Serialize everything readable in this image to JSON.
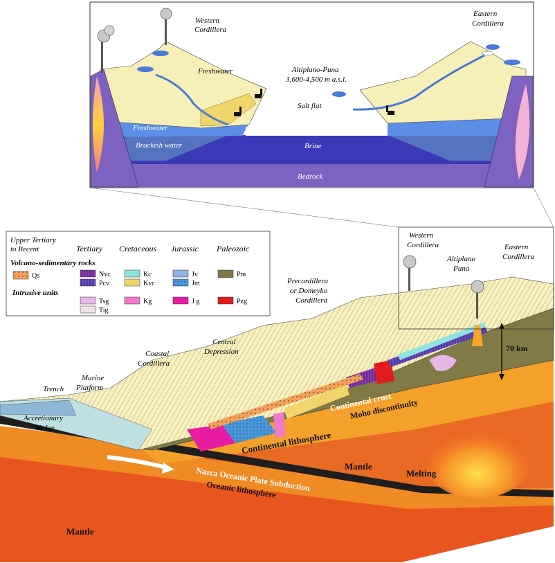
{
  "inset": {
    "western_cordillera": [
      "Western",
      "Cordillera"
    ],
    "eastern_cordillera": [
      "Eastern",
      "Cordillera"
    ],
    "freshwater_top": "Freshwater",
    "altiplano_title": [
      "Altiplano-Puna",
      "3,600-4,500  m a.s.l."
    ],
    "salt_flat": "Salt flat",
    "freshwater_layer": "Freshwater",
    "brackish": "Brackish water",
    "brine": "Brine",
    "bedrock": "Bedrock"
  },
  "legend": {
    "group_headers": [
      "Upper Tertiary",
      "to Recent"
    ],
    "periods": [
      "Tertiary",
      "Cretaceous",
      "Jurassic",
      "Paleozoic"
    ],
    "volcano_header": "Volcano-sedimentary rocks",
    "intrusive_header": "Intrusive units",
    "units": {
      "qs": "Qs",
      "nvc": "Nvc",
      "pcv": "Pcv",
      "kc": "Kc",
      "kvc": "Kvc",
      "jv": "Jv",
      "jm": "Jm",
      "pm": "Pm",
      "tsg": "Tsg",
      "tig": "Tig",
      "kg": "Kg",
      "jg": "J g",
      "pzg": "Pzg"
    },
    "colors": {
      "qs": "#f3a15a",
      "nvc": "#7a2f9a",
      "pcv": "#5b3fa8",
      "kc": "#8fe3df",
      "kvc": "#f0d66a",
      "jv": "#8fb3e6",
      "jm": "#3f8fd0",
      "pm": "#807848",
      "tsg": "#e7b7e8",
      "tig": "#f2e4e4",
      "kg": "#f07ac8",
      "jg": "#e81ba5",
      "pzg": "#e21c1c"
    }
  },
  "main": {
    "western_cordillera": [
      "Western",
      "Cordillera"
    ],
    "altiplano_puna": [
      "Altiplano",
      "Puna"
    ],
    "eastern_cordillera": [
      "Eastern",
      "Cordillera"
    ],
    "precordillera": [
      "Precordillera",
      "or Domeyko",
      "Cordillera"
    ],
    "central_depression": [
      "Central",
      "Depression"
    ],
    "coastal_cordillera": [
      "Coastal",
      "Cordillera"
    ],
    "marine_platform": [
      "Marine",
      "Platform"
    ],
    "trench": "Trench",
    "accretionary_wedge": [
      "Accretionary",
      "Wedge"
    ],
    "continental_crust": "Continental crust",
    "moho": "Moho discontinuity",
    "depth": "70 km",
    "continental_lithosphere": "Continental lithosphere",
    "mantle_upper": "Mantle",
    "melting": "Melting",
    "subduction": "Nazca Oceanic Plate Subduction",
    "oceanic_lithosphere": "Oceanic lithosphere",
    "mantle_lower": "Mantle"
  }
}
